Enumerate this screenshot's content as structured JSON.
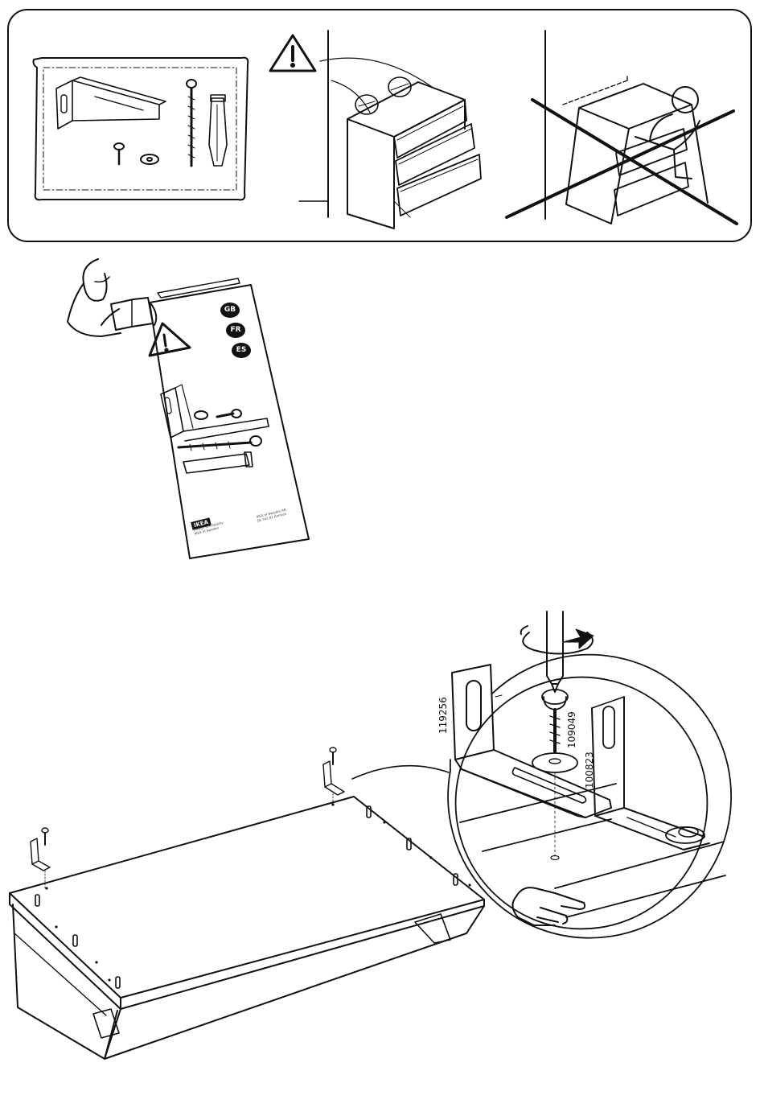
{
  "panel": {
    "warning_icon": "warning-triangle-icon",
    "hardware_bag_icon": "hardware-bag-icon",
    "prohibited_icon": "prohibited-cross-icon"
  },
  "booklet": {
    "languages": [
      "GB",
      "FR",
      "ES"
    ],
    "logo": "IKEA",
    "footer_left": [
      "Design and Quality",
      "IKEA of Sweden"
    ],
    "footer_right": [
      "IKEA of Sweden AB",
      "SE-343 81 Älmhult"
    ]
  },
  "parts": {
    "bracket": "119256",
    "screw": "109049",
    "washer": "100823"
  }
}
